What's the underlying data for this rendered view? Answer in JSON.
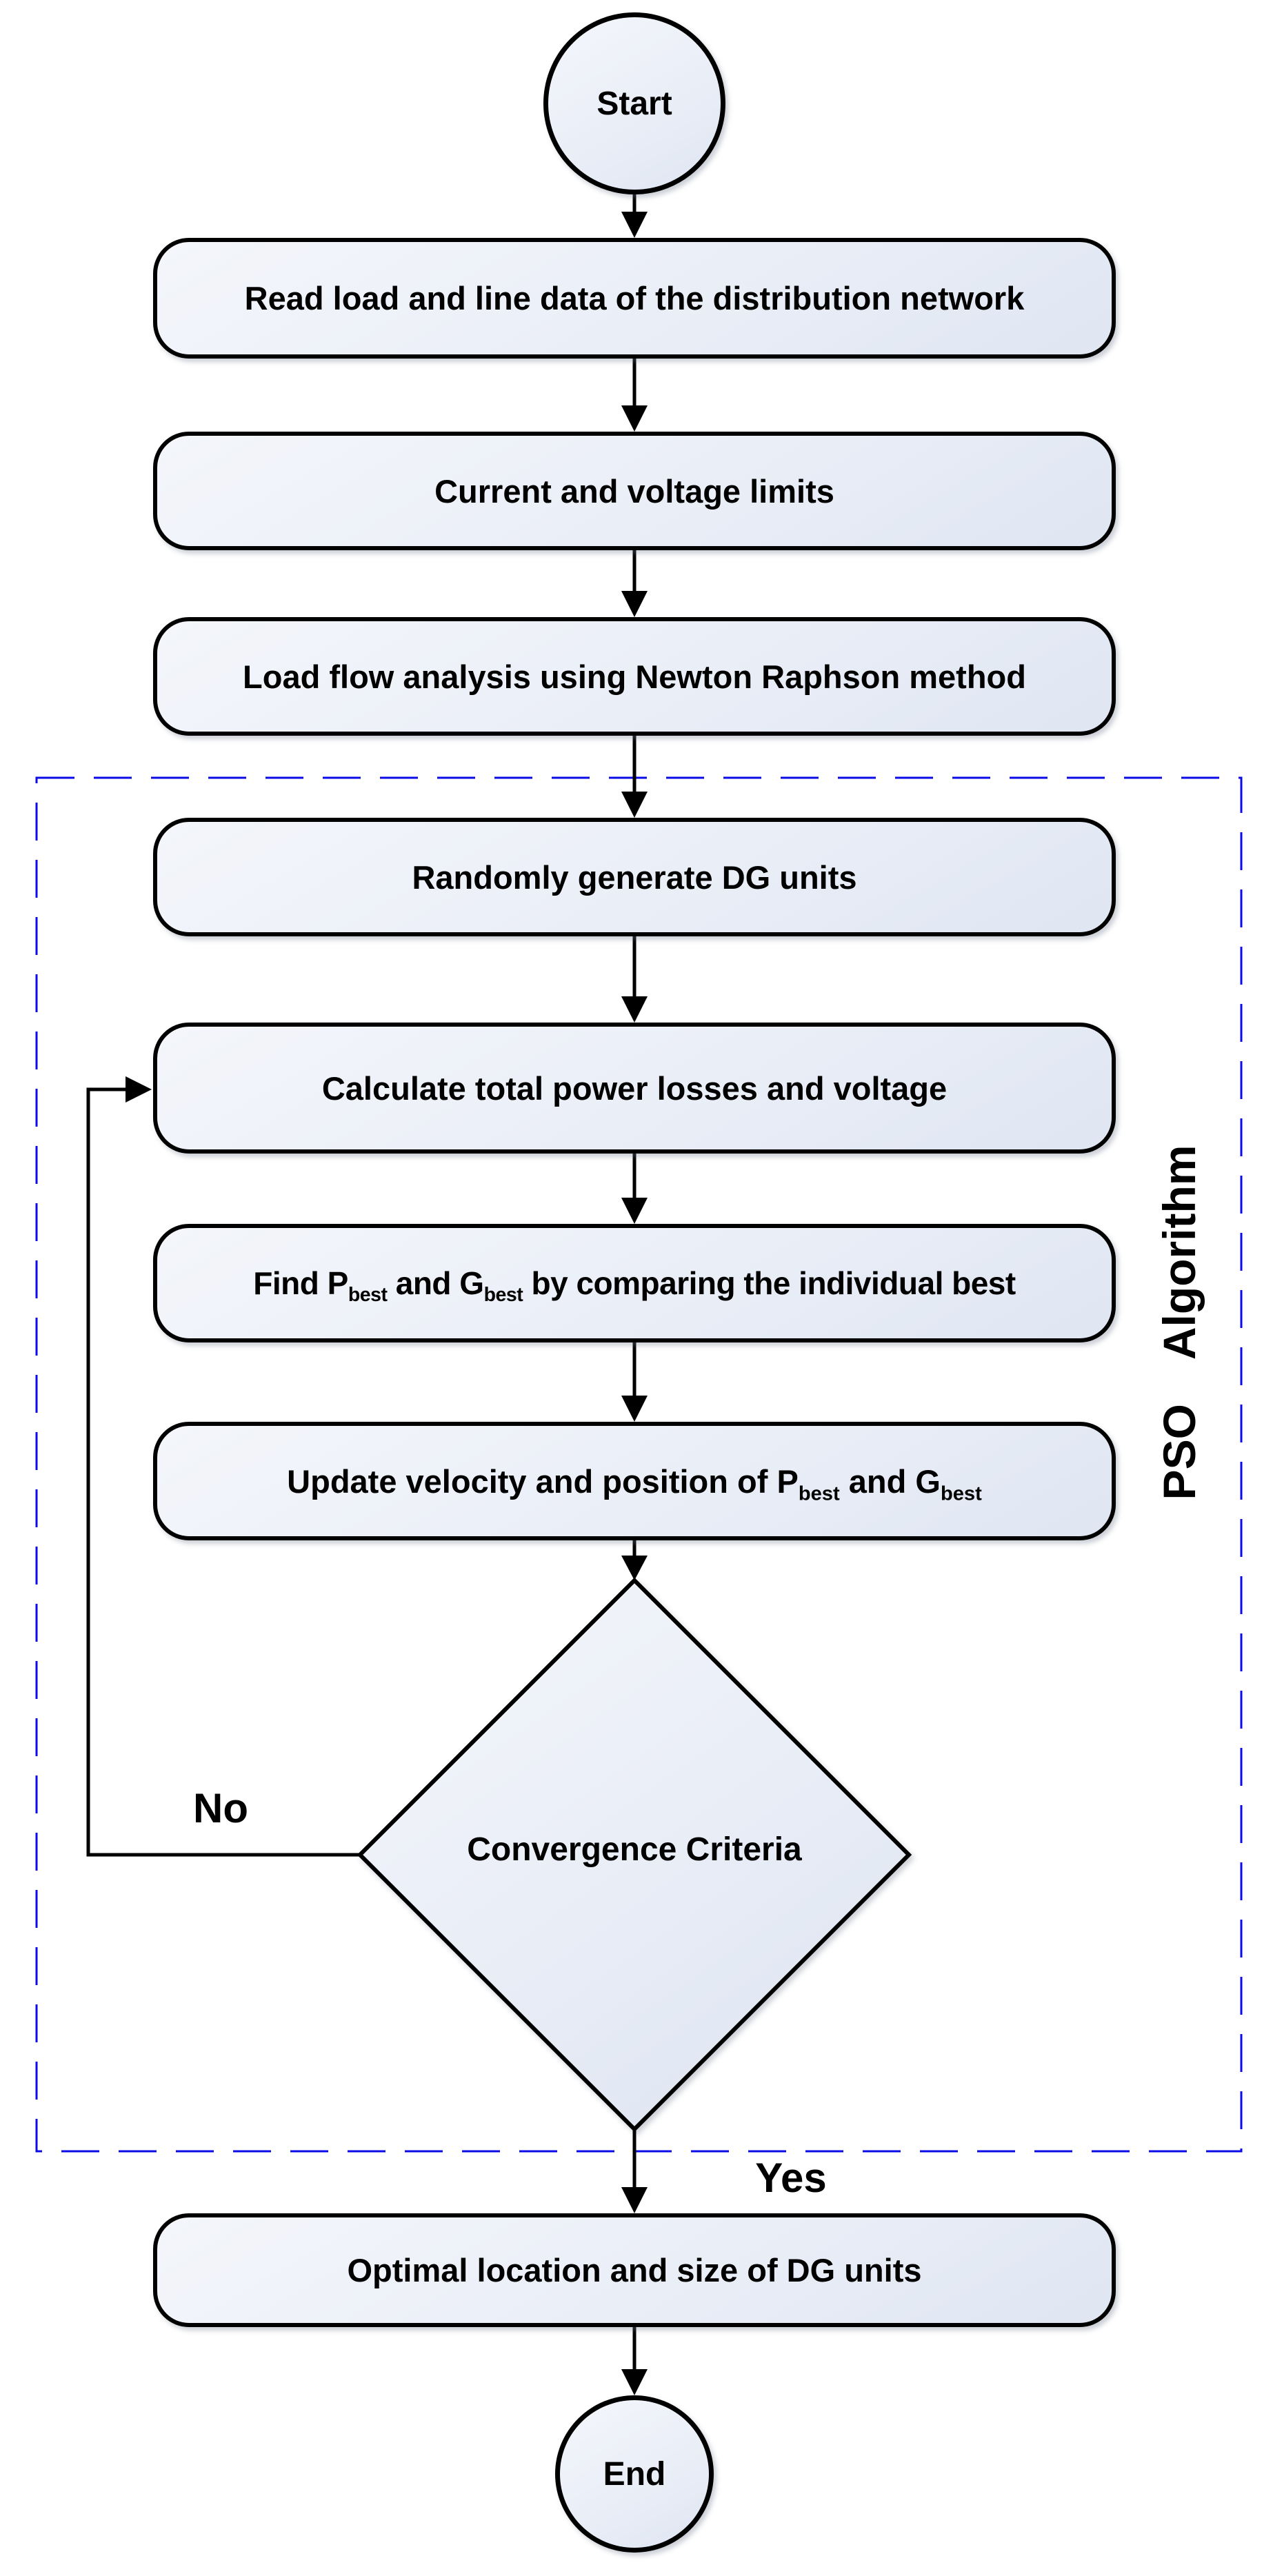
{
  "diagram": {
    "nodes": [
      {
        "id": "start",
        "type": "terminal",
        "label": "Start"
      },
      {
        "id": "read",
        "type": "process",
        "label": "Read load and line data of the distribution network"
      },
      {
        "id": "limits",
        "type": "process",
        "label": "Current and voltage limits"
      },
      {
        "id": "loadflow",
        "type": "process",
        "label": "Load flow analysis using Newton Raphson method"
      },
      {
        "id": "generate",
        "type": "process",
        "label": "Randomly generate DG units"
      },
      {
        "id": "calculate",
        "type": "process",
        "label": "Calculate total power losses and voltage"
      },
      {
        "id": "find",
        "type": "process",
        "rich": [
          {
            "t": "Find P"
          },
          {
            "t": "best",
            "sub": true
          },
          {
            "t": " and G"
          },
          {
            "t": "best",
            "sub": true
          },
          {
            "t": " by comparing the individual best"
          }
        ]
      },
      {
        "id": "update",
        "type": "process",
        "rich": [
          {
            "t": "Update velocity and position of P"
          },
          {
            "t": "best",
            "sub": true
          },
          {
            "t": " and G"
          },
          {
            "t": "best",
            "sub": true
          }
        ]
      },
      {
        "id": "convergence",
        "type": "decision",
        "label": "Convergence Criteria"
      },
      {
        "id": "optimal",
        "type": "process",
        "label": "Optimal location and size of DG units"
      },
      {
        "id": "end",
        "type": "terminal",
        "label": "End"
      }
    ],
    "edge_labels": {
      "no": "No",
      "yes": "Yes"
    },
    "container_label": "PSO Algorithm",
    "colors": {
      "node_fill_light": "#f4f6fb",
      "node_fill_mid": "#eaeef7",
      "node_fill_dark": "#dfe6f2",
      "node_border": "#000000",
      "dashed_border": "#0b0bea",
      "text_color": "#000000"
    }
  }
}
